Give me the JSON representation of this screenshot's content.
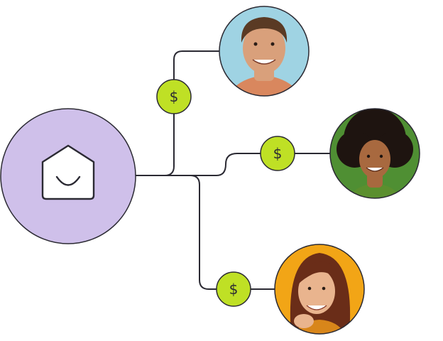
{
  "diagram": {
    "hub": {
      "icon": "house-smile-icon",
      "color": "#cfc0ea"
    },
    "connector": {
      "symbol": "$",
      "color": "#bfe025"
    },
    "line_color": "#2b2a33",
    "people": [
      {
        "id": "person-man-top",
        "icon": "person-avatar",
        "bg": "#9fd3e3",
        "skin": "#d9a07b",
        "hair": "#5a3a24",
        "shirt": "#d9875e"
      },
      {
        "id": "person-woman-middle",
        "icon": "person-avatar",
        "bg": "#4f8f33",
        "skin": "#a8693f",
        "hair": "#1e1410",
        "shirt": "#5b8f2e"
      },
      {
        "id": "person-woman-bottom",
        "icon": "person-avatar",
        "bg": "#f2a516",
        "skin": "#e9b48e",
        "hair": "#6a2d18",
        "shirt": "#d8861a"
      }
    ]
  }
}
